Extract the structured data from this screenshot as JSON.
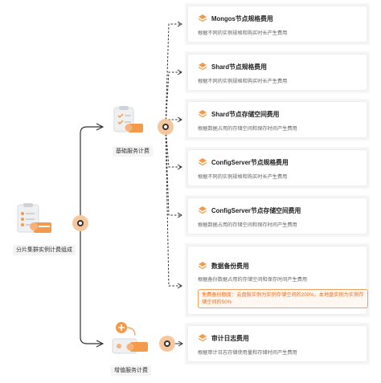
{
  "root": {
    "label": "分片集群实例计费组成"
  },
  "branches": [
    {
      "label": "基础服务计费"
    },
    {
      "label": "增值服务计费"
    }
  ],
  "cards": [
    {
      "title": "Mongos节点规格费用",
      "desc": "根据不同的实例规格和购买时长产生费用"
    },
    {
      "title": "Shard节点规格费用",
      "desc": "根据不同的实例规格和购买时长产生费用"
    },
    {
      "title": "Shard节点存储空间费用",
      "desc": "根据数据占用的存储空间和保存时间产生费用"
    },
    {
      "title": "ConfigServer节点规格费用",
      "desc": "根据不同的实例规格和购买时长产生费用"
    },
    {
      "title": "ConfigServer节点存储空间费用",
      "desc": "根据数据占用的存储空间和保存时间产生费用"
    },
    {
      "title": "数据备份费用",
      "desc": "根据备份数据占用的存储空间和保存时间产生费用",
      "note": "免费备份额度：云盘版实例为实例存储空间的200%，本地盘实例为实例存储空间的50%"
    },
    {
      "title": "审计日志费用",
      "desc": "根据审计日志存储使用量和存储时间产生费用"
    }
  ],
  "colors": {
    "accent": "#f39a4b",
    "marker": "#f6c79c",
    "note_text": "#ee6a14",
    "line": "#333333"
  },
  "icons": [
    "clipboard-icon",
    "layers-icon",
    "plus-icon"
  ]
}
